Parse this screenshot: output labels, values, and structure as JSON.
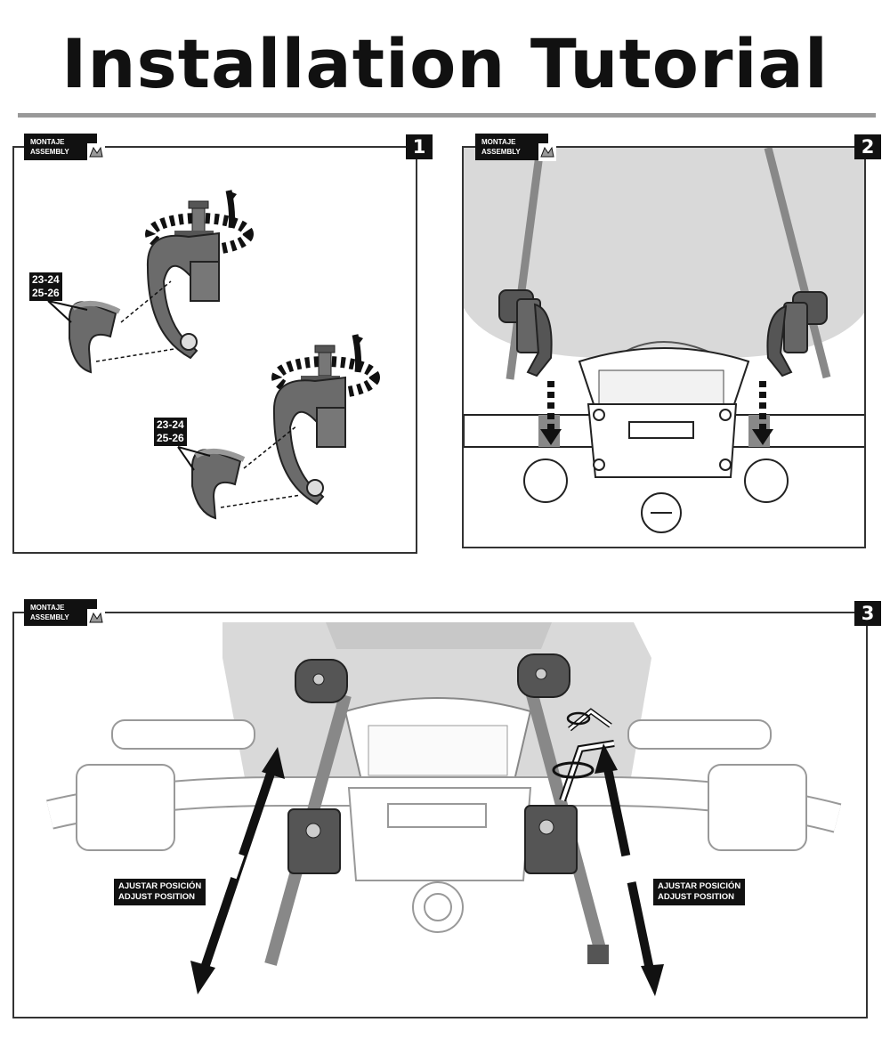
{
  "header": {
    "title": "Installation Tutorial"
  },
  "steps": [
    {
      "number": "1",
      "tag_es": "MONTAJE",
      "tag_en": "ASSEMBLY",
      "size_labels": [
        {
          "line1": "23-24",
          "line2": "25-26"
        },
        {
          "line1": "23-24",
          "line2": "25-26"
        }
      ]
    },
    {
      "number": "2",
      "tag_es": "MONTAJE",
      "tag_en": "ASSEMBLY"
    },
    {
      "number": "3",
      "tag_es": "MONTAJE",
      "tag_en": "ASSEMBLY",
      "adjust_labels": [
        {
          "es": "AJUSTAR POSICIÓN",
          "en": "ADJUST POSITION"
        },
        {
          "es": "AJUSTAR POSICIÓN",
          "en": "ADJUST POSITION"
        }
      ]
    }
  ],
  "icons": {
    "tag_icon": "hand-pointer-icon",
    "rotate_icon": "rotation-arrow-icon",
    "allen_key": "allen-key-icon"
  }
}
